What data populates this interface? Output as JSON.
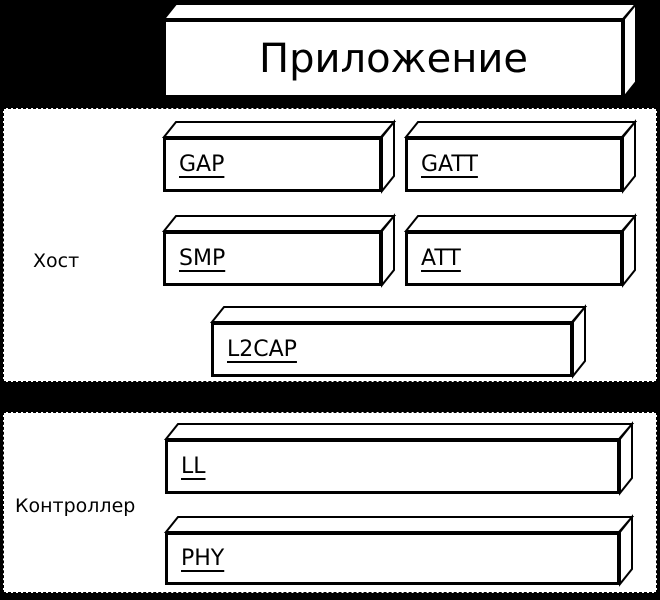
{
  "colors": {
    "background": "#000000",
    "box_fill": "#ffffff",
    "line": "#000000"
  },
  "application_box": {
    "label": "Приложение"
  },
  "host_section": {
    "label": "Хост",
    "boxes": {
      "gap": "GAP",
      "gatt": "GATT",
      "smp": "SMP",
      "att": "ATT",
      "l2cap": "L2CAP"
    }
  },
  "controller_section": {
    "label": "Контроллер",
    "boxes": {
      "ll": "LL",
      "phy": "PHY"
    }
  }
}
